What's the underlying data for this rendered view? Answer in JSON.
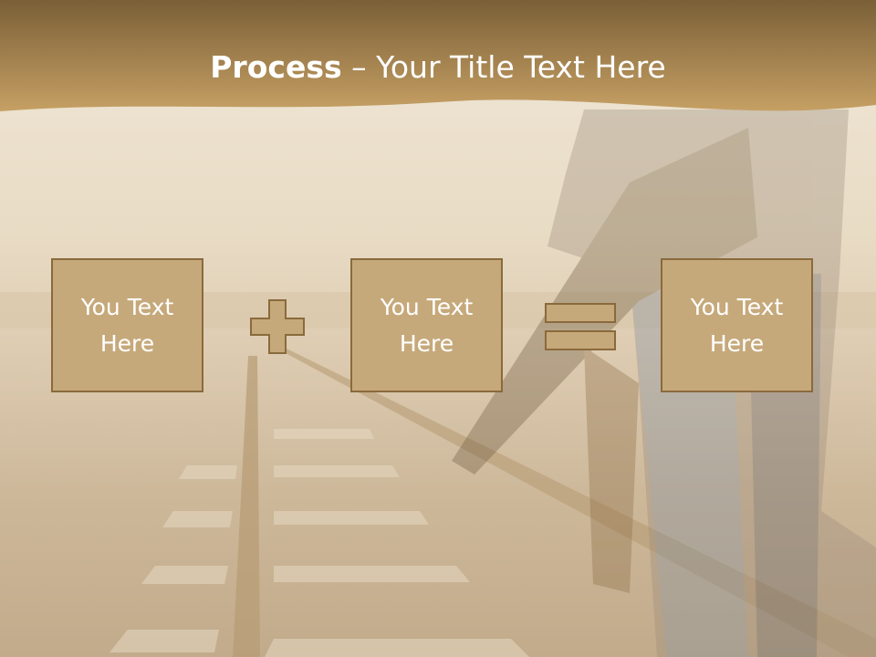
{
  "title": {
    "bold": "Process",
    "dash": " – ",
    "rest": "Your Title Text Here"
  },
  "boxes": [
    {
      "text": "You Text\nHere"
    },
    {
      "text": "You Text\nHere"
    },
    {
      "text": "You Text\nHere"
    }
  ],
  "operators": {
    "first": "plus-icon",
    "second": "equals-icon"
  },
  "colors": {
    "banner_start": "#7a5f37",
    "banner_end": "#c6a064",
    "box_fill": "#c6a97b",
    "box_border": "#8a6a3c",
    "text": "#ffffff"
  }
}
